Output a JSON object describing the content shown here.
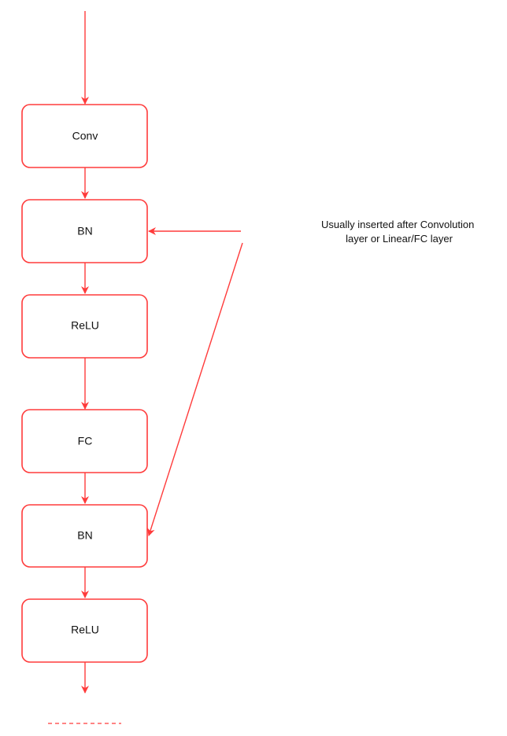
{
  "nodes": [
    {
      "label": "Conv"
    },
    {
      "label": "BN"
    },
    {
      "label": "ReLU"
    },
    {
      "label": "FC"
    },
    {
      "label": "BN"
    },
    {
      "label": "ReLU"
    }
  ],
  "annotation": {
    "line1": "Usually inserted after Convolution",
    "line2": "layer or Linear/FC layer"
  },
  "colors": {
    "accent": "#ff3b3b",
    "text": "#111111",
    "background": "#ffffff"
  }
}
